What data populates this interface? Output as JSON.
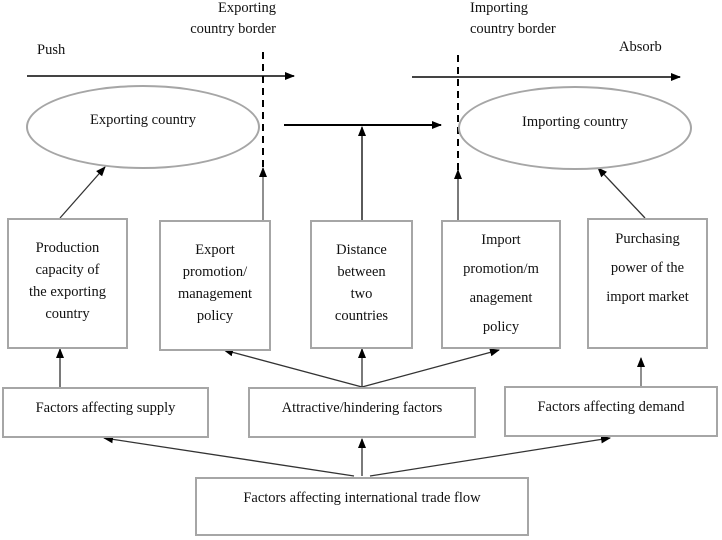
{
  "labels": {
    "push": "Push",
    "absorb": "Absorb",
    "exporting_border": [
      "Exporting",
      "country border"
    ],
    "importing_border": [
      "Importing",
      "country border"
    ]
  },
  "ellipses": {
    "exporting": "Exporting country",
    "importing": "Importing country"
  },
  "boxes": {
    "production": [
      "Production",
      "capacity of",
      "the exporting",
      "country"
    ],
    "export_policy": [
      "Export",
      "promotion/",
      "management",
      "policy"
    ],
    "distance": [
      "Distance",
      "between",
      "two",
      "countries"
    ],
    "import_policy": [
      "Import",
      "promotion/m",
      "anagement",
      "policy"
    ],
    "purchasing": [
      "Purchasing",
      "power of the",
      "import market"
    ]
  },
  "factors": {
    "supply": "Factors affecting supply",
    "attractive": "Attractive/hindering factors",
    "demand": "Factors affecting demand",
    "root": "Factors affecting international trade flow"
  }
}
